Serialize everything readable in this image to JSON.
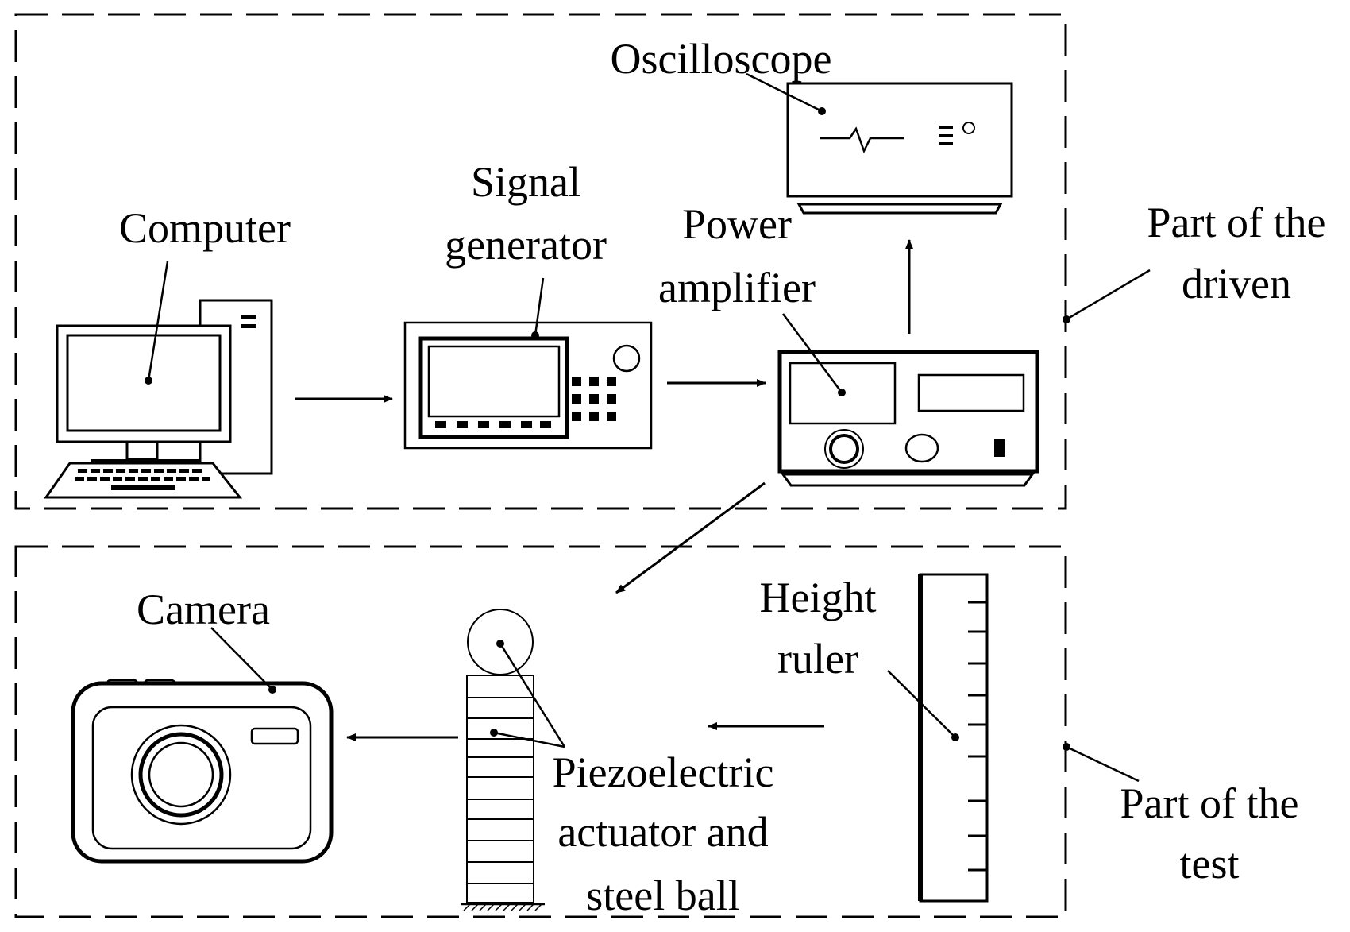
{
  "labels": {
    "oscilloscope": "Oscilloscope",
    "signal_line1": "Signal",
    "signal_line2": "generator",
    "computer": "Computer",
    "power_line1": "Power",
    "power_line2": "amplifier",
    "driven_line1": "Part of the",
    "driven_line2": "driven",
    "camera": "Camera",
    "height_line1": "Height",
    "height_line2": "ruler",
    "piezo_line1": "Piezoelectric",
    "piezo_line2": "actuator and",
    "piezo_line3": "steel ball",
    "test_line1": "Part of the",
    "test_line2": "test"
  },
  "groups": [
    {
      "name": "Part of the driven",
      "members": [
        "Computer",
        "Signal generator",
        "Power amplifier",
        "Oscilloscope"
      ]
    },
    {
      "name": "Part of the test",
      "members": [
        "Height ruler",
        "Piezoelectric actuator and steel ball",
        "Camera"
      ]
    }
  ],
  "connections": [
    {
      "from": "Computer",
      "to": "Signal generator"
    },
    {
      "from": "Signal generator",
      "to": "Power amplifier"
    },
    {
      "from": "Power amplifier",
      "to": "Oscilloscope"
    },
    {
      "from": "Power amplifier",
      "to": "Piezoelectric actuator and steel ball"
    },
    {
      "from": "Height ruler",
      "to": "Piezoelectric actuator and steel ball"
    },
    {
      "from": "Piezoelectric actuator and steel ball",
      "to": "Camera"
    }
  ]
}
